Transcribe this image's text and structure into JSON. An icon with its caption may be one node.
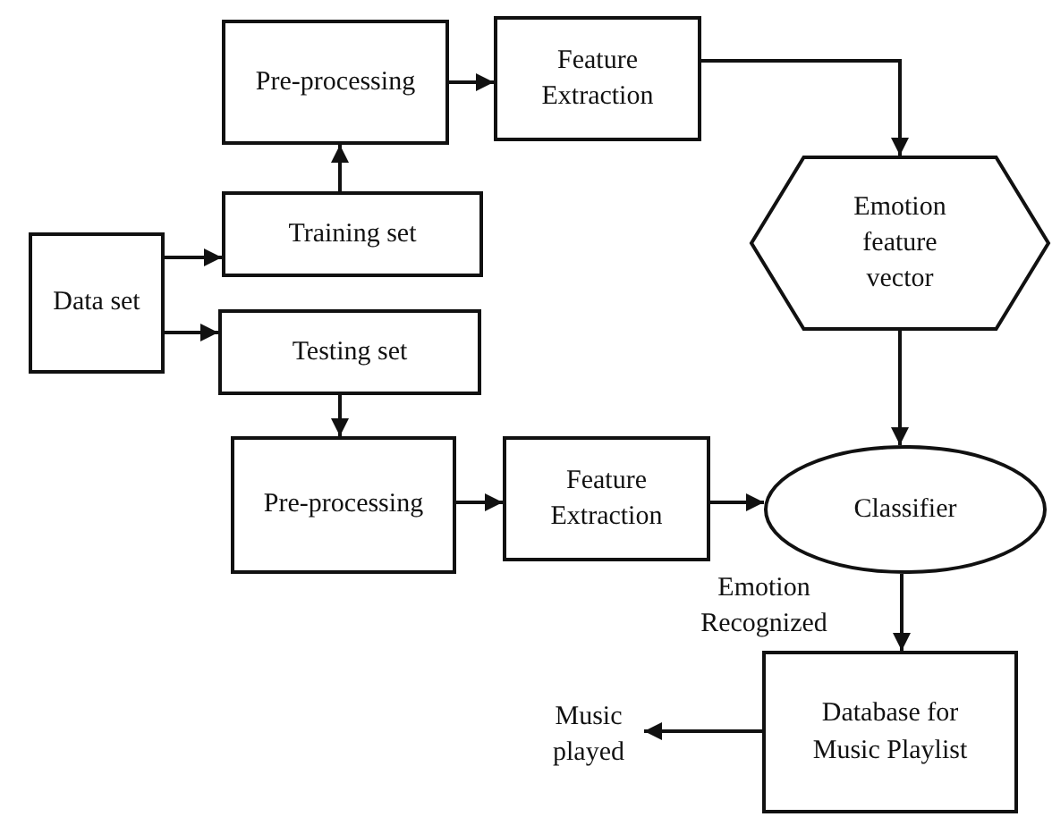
{
  "diagram": {
    "nodes": [
      {
        "text": [
          "Data set"
        ]
      },
      {
        "text": [
          "Pre-processing"
        ]
      },
      {
        "text": [
          "Feature Extraction"
        ]
      },
      {
        "text": [
          "Training set"
        ]
      },
      {
        "text": [
          "Emotion feature vector"
        ]
      },
      {
        "text": [
          "Testing set"
        ]
      },
      {
        "text": [
          "Pre-processing"
        ]
      },
      {
        "text": [
          "Feature Extraction"
        ]
      },
      {
        "text": [
          "Classifier"
        ]
      },
      {
        "text": [
          "Database for Music Playlist"
        ]
      },
      {
        "text": [
          "Music played"
        ]
      }
    ],
    "edges": [
      {
        "from": 0,
        "to": 3,
        "arrow": "to"
      },
      {
        "from": 0,
        "to": 5,
        "arrow": "to"
      },
      {
        "from": 3,
        "to": 1,
        "arrow": "to"
      },
      {
        "from": 1,
        "to": 2,
        "arrow": "to"
      },
      {
        "from": 2,
        "to": 4,
        "arrow": "to"
      },
      {
        "from": 4,
        "to": 8,
        "arrow": "to"
      },
      {
        "from": 5,
        "to": 6,
        "arrow": "to"
      },
      {
        "from": 6,
        "to": 7,
        "arrow": "to"
      },
      {
        "from": 7,
        "to": 8,
        "arrow": "to"
      },
      {
        "from": 8,
        "to": 9,
        "label": "Emotion Recognized",
        "arrow": "to"
      },
      {
        "from": 9,
        "to": 10,
        "arrow": "to"
      }
    ]
  }
}
